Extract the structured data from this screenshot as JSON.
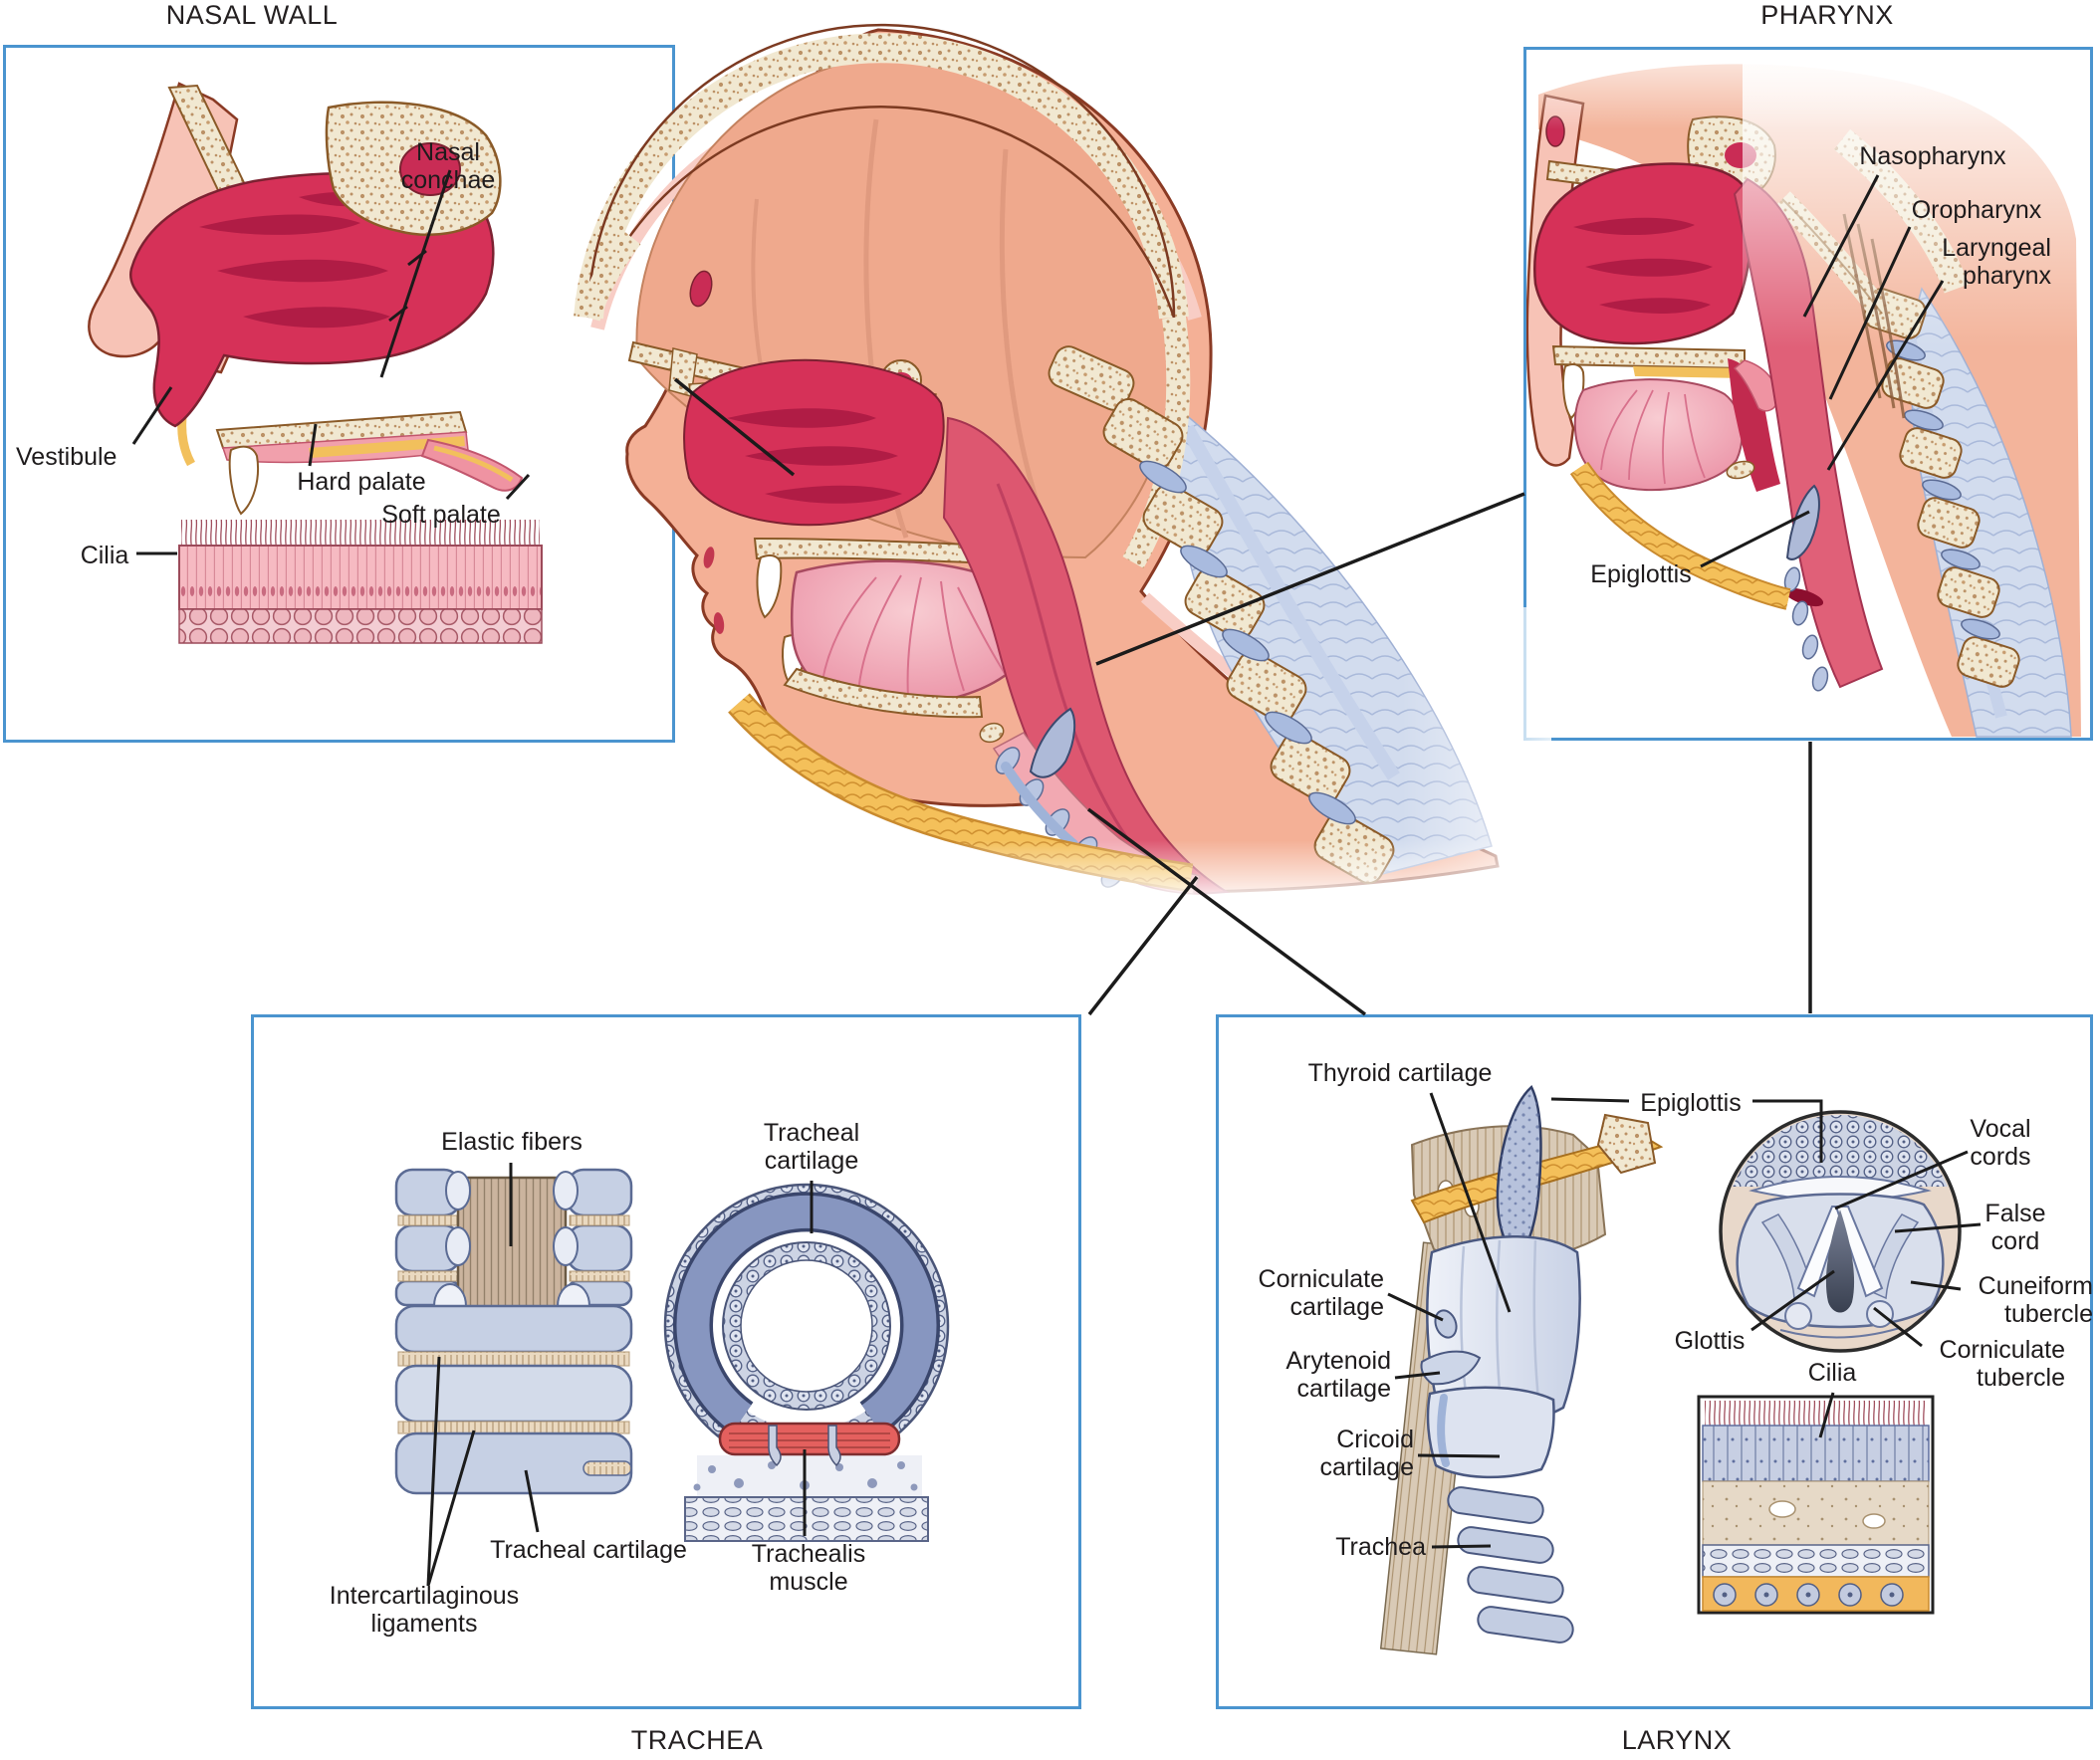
{
  "colors": {
    "panel_border": "#4a94cf",
    "leader_line": "#1b1b1b",
    "label_text": "#1e1b1c"
  },
  "panels": {
    "nasal_wall": {
      "title": "NASAL WALL",
      "labels": {
        "nasal_conchae": "Nasal conchae",
        "vestibule": "Vestibule",
        "hard_palate": "Hard palate",
        "soft_palate": "Soft palate",
        "cilia": "Cilia"
      }
    },
    "pharynx": {
      "title": "PHARYNX",
      "labels": {
        "nasopharynx": "Nasopharynx",
        "oropharynx": "Oropharynx",
        "laryngeal_pharynx": "Laryngeal\npharynx",
        "epiglottis": "Epiglottis"
      }
    },
    "trachea": {
      "title": "TRACHEA",
      "labels": {
        "elastic_fibers": "Elastic fibers",
        "tracheal_cartilage_ring": "Tracheal\ncartilage",
        "tracheal_cartilage": "Tracheal cartilage",
        "intercartilaginous_ligaments": "Intercartilaginous\nligaments",
        "trachealis_muscle": "Trachealis\nmuscle"
      }
    },
    "larynx": {
      "title": "LARYNX",
      "labels": {
        "thyroid_cartilage": "Thyroid cartilage",
        "epiglottis": "Epiglottis",
        "vocal_cords": "Vocal\ncords",
        "false_cord": "False\ncord",
        "cuneiform_tubercle": "Cuneiform\ntubercle",
        "corniculate_tubercle": "Corniculate\ntubercle",
        "glottis": "Glottis",
        "cilia": "Cilia",
        "corniculate_cartilage": "Corniculate\ncartilage",
        "arytenoid_cartilage": "Arytenoid\ncartilage",
        "cricoid_cartilage": "Cricoid\ncartilage",
        "trachea": "Trachea"
      }
    }
  }
}
